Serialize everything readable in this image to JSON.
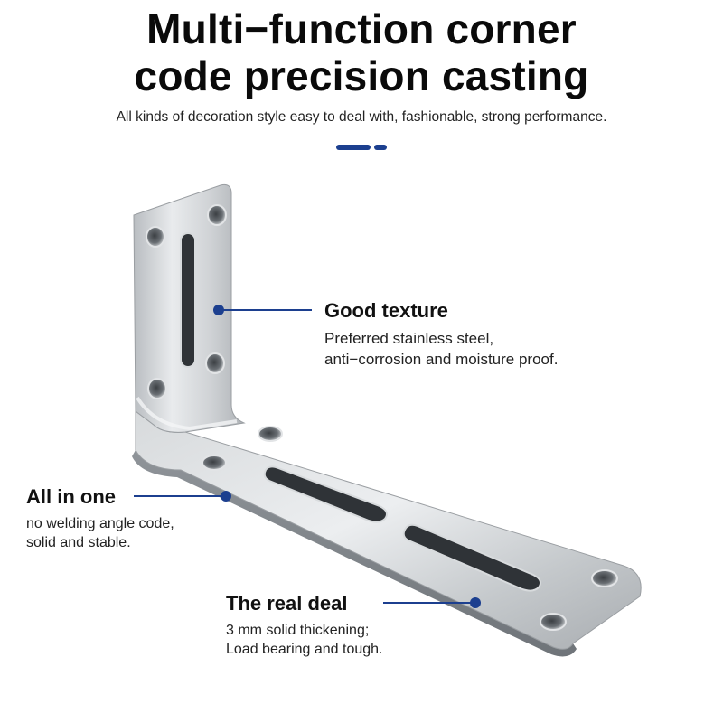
{
  "header": {
    "title_line1": "Multi−function corner",
    "title_line2": "code precision casting",
    "subtitle": "All kinds of decoration style easy to deal with, fashionable, strong performance."
  },
  "colors": {
    "accent": "#1c3f8f",
    "steel_light": "#e6e8ea",
    "steel_dark": "#8c9196",
    "background": "#ffffff"
  },
  "callouts": {
    "texture": {
      "title": "Good texture",
      "lines": [
        "Preferred stainless steel,",
        "anti−corrosion and moisture proof."
      ]
    },
    "all_in_one": {
      "title": "All in one",
      "lines": [
        "no welding angle code,",
        "solid and stable."
      ]
    },
    "real_deal": {
      "title": "The real deal",
      "lines": [
        "3 mm solid thickening;",
        "Load bearing and tough."
      ]
    }
  }
}
